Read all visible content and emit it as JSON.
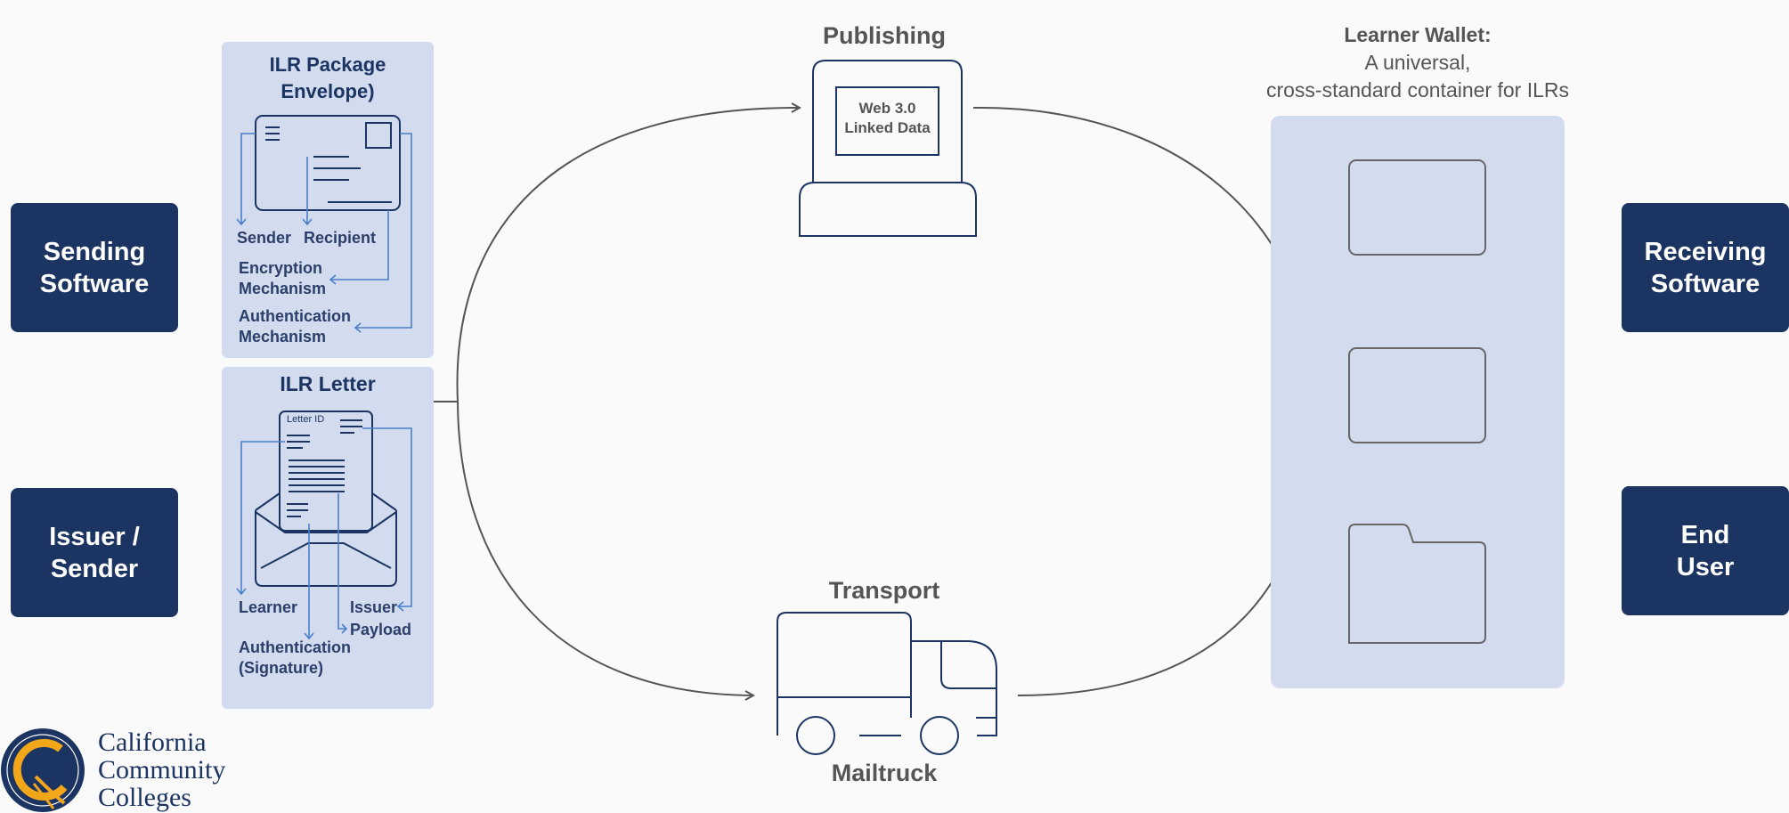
{
  "left_boxes": {
    "sending_software": "Sending\nSoftware",
    "issuer_sender": "Issuer /\nSender"
  },
  "right_boxes": {
    "receiving_software": "Receiving\nSoftware",
    "end_user": "End\nUser"
  },
  "package_panel": {
    "title": "ILR Package\nEnvelope)",
    "labels": {
      "sender": "Sender",
      "recipient": "Recipient",
      "encryption": "Encryption\nMechanism",
      "authentication": "Authentication\nMechanism"
    }
  },
  "letter_panel": {
    "title": "ILR Letter",
    "letter_id": "Letter ID",
    "labels": {
      "learner": "Learner",
      "issuer": "Issuer",
      "payload": "Payload",
      "authentication": "Authentication\n(Signature)"
    }
  },
  "publishing": {
    "title": "Publishing",
    "screen_text": "Web 3.0\nLinked Data"
  },
  "transport": {
    "title": "Transport",
    "caption": "Mailtruck"
  },
  "wallet": {
    "title": "Learner Wallet:",
    "subtitle_line1": "A universal,",
    "subtitle_line2": "cross-standard container for ILRs"
  },
  "logo": {
    "line1": "California",
    "line2": "Community",
    "line3": "Colleges"
  },
  "colors": {
    "navy": "#1b3461",
    "panel": "#d3dbee",
    "arrow_blue": "#4a7fc8",
    "gray": "#555555",
    "gold": "#f2a71b"
  }
}
